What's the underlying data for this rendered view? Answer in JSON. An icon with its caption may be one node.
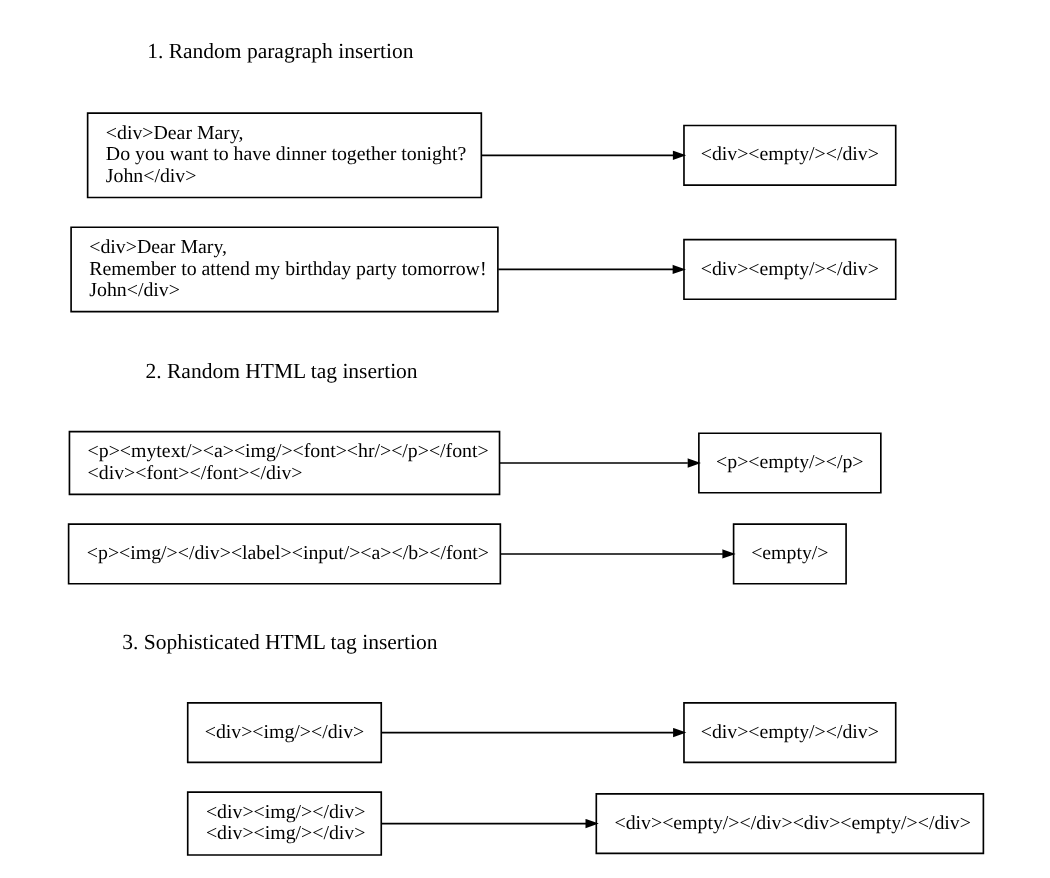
{
  "diagram": {
    "nodes": [
      {
        "text": [
          "<div>Dear Mary,",
          "Do you want to have dinner together tonight?",
          "John</div>"
        ]
      },
      {
        "text": [
          "<div><empty/></div>"
        ]
      },
      {
        "text": [
          "<div>Dear Mary,",
          "Remember to attend my birthday party tomorrow!",
          "John</div>"
        ]
      },
      {
        "text": [
          "<div><empty/></div>"
        ]
      },
      {
        "text": [
          "<p><mytext/><a><img/><font><hr/></p></font>",
          "<div><font></font></div>"
        ]
      },
      {
        "text": [
          "<p><empty/></p>"
        ]
      },
      {
        "text": [
          "<p><img/></div><label><input/><a></b></font>"
        ]
      },
      {
        "text": [
          "<empty/>"
        ]
      },
      {
        "text": [
          "<div><img/></div>"
        ]
      },
      {
        "text": [
          "<div><empty/></div>"
        ]
      },
      {
        "text": [
          "<div><img/></div>",
          "<div><img/></div>"
        ]
      },
      {
        "text": [
          "<div><empty/></div><div><empty/></div>"
        ]
      }
    ],
    "edges": [
      {
        "from": 0,
        "to": 1,
        "arrow": "to"
      },
      {
        "from": 2,
        "to": 3,
        "arrow": "to"
      },
      {
        "from": 4,
        "to": 5,
        "arrow": "to"
      },
      {
        "from": 6,
        "to": 7,
        "arrow": "to"
      },
      {
        "from": 8,
        "to": 9,
        "arrow": "to"
      },
      {
        "from": 10,
        "to": 11,
        "arrow": "to"
      }
    ],
    "labels": [
      "1. Random paragraph insertion",
      "2. Random HTML tag insertion",
      "3. Sophisticated HTML tag insertion"
    ]
  }
}
